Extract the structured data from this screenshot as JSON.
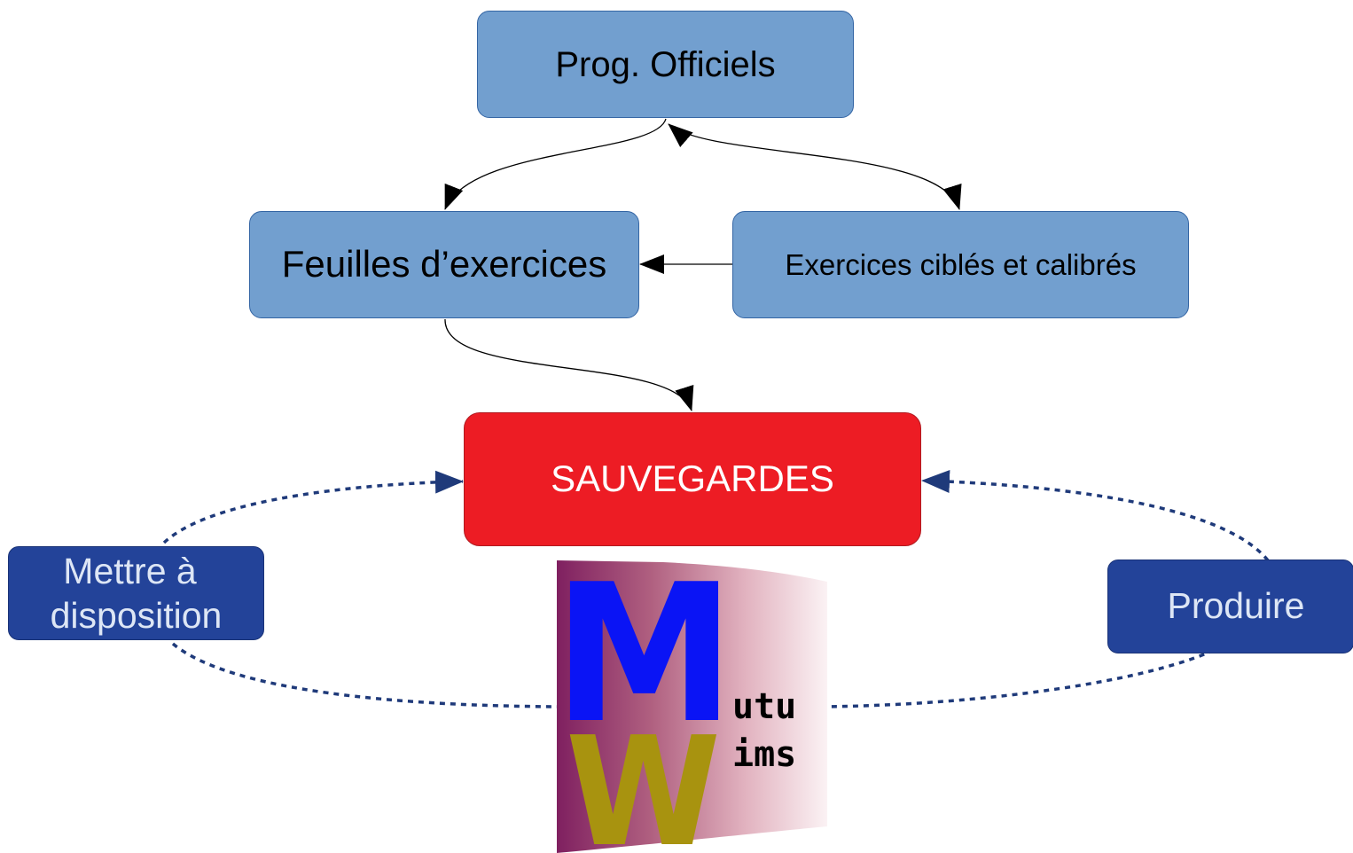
{
  "nodes": {
    "prog": "Prog. Officiels",
    "feuilles": "Feuilles d’exercices",
    "exercices": "Exercices ciblés et calibrés",
    "sauvegardes": "SAUVEGARDES",
    "mettre": [
      "Mettre à",
      "disposition"
    ],
    "produire": "Produire"
  },
  "logo": {
    "big_letters": [
      "M",
      "W"
    ],
    "small_letters": [
      "utu",
      "ims"
    ]
  },
  "colors": {
    "light_box": "#729fcf",
    "red_box": "#ed1c24",
    "dark_box": "#234399",
    "dotted_line": "#1f3a7a",
    "logo_m": "#0a14f5",
    "logo_w": "#a8930f",
    "logo_gradient_start": "#8a2a6a",
    "logo_gradient_end": "#f4e6ea"
  }
}
